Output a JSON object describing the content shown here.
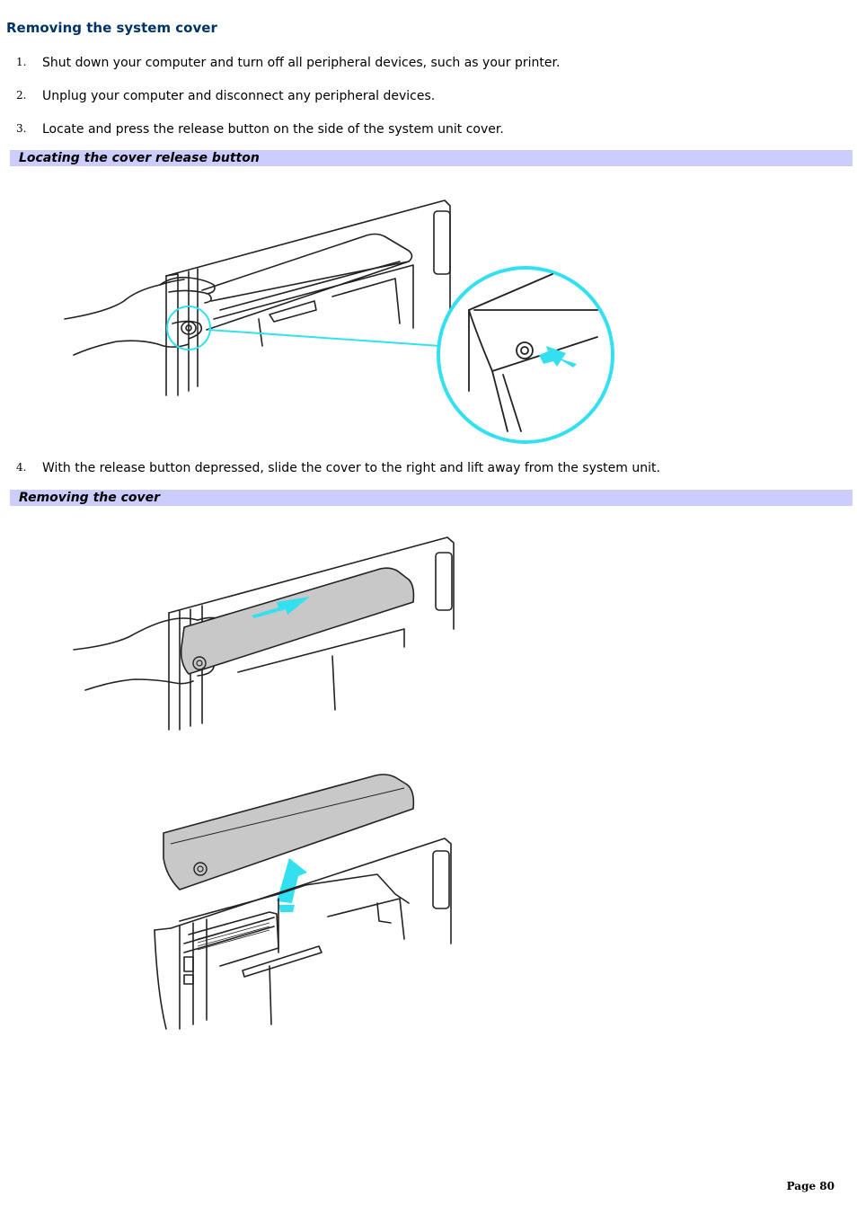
{
  "title": "Removing the system cover",
  "steps": [
    {
      "num": "1.",
      "text": "Shut down your computer and turn off all peripheral devices, such as your printer."
    },
    {
      "num": "2.",
      "text": "Unplug your computer and disconnect any peripheral devices."
    },
    {
      "num": "3.",
      "text": "Locate and press the release button on the side of the system unit cover."
    },
    {
      "num": "4.",
      "text": "With the release button depressed, slide the cover to the right and lift away from the system unit."
    }
  ],
  "captions": {
    "locate": "Locating the cover release button",
    "remove": "Removing the cover"
  },
  "footer": {
    "page": "Page 80"
  },
  "colors": {
    "title": "#003366",
    "caption_bar": "#ccccff",
    "highlight": "#33e0f0",
    "cover_fill": "#c8c8c8"
  },
  "illustrations": [
    "hand-pressing-release-button",
    "magnified-release-button",
    "hand-sliding-cover",
    "cover-lifted-off"
  ]
}
